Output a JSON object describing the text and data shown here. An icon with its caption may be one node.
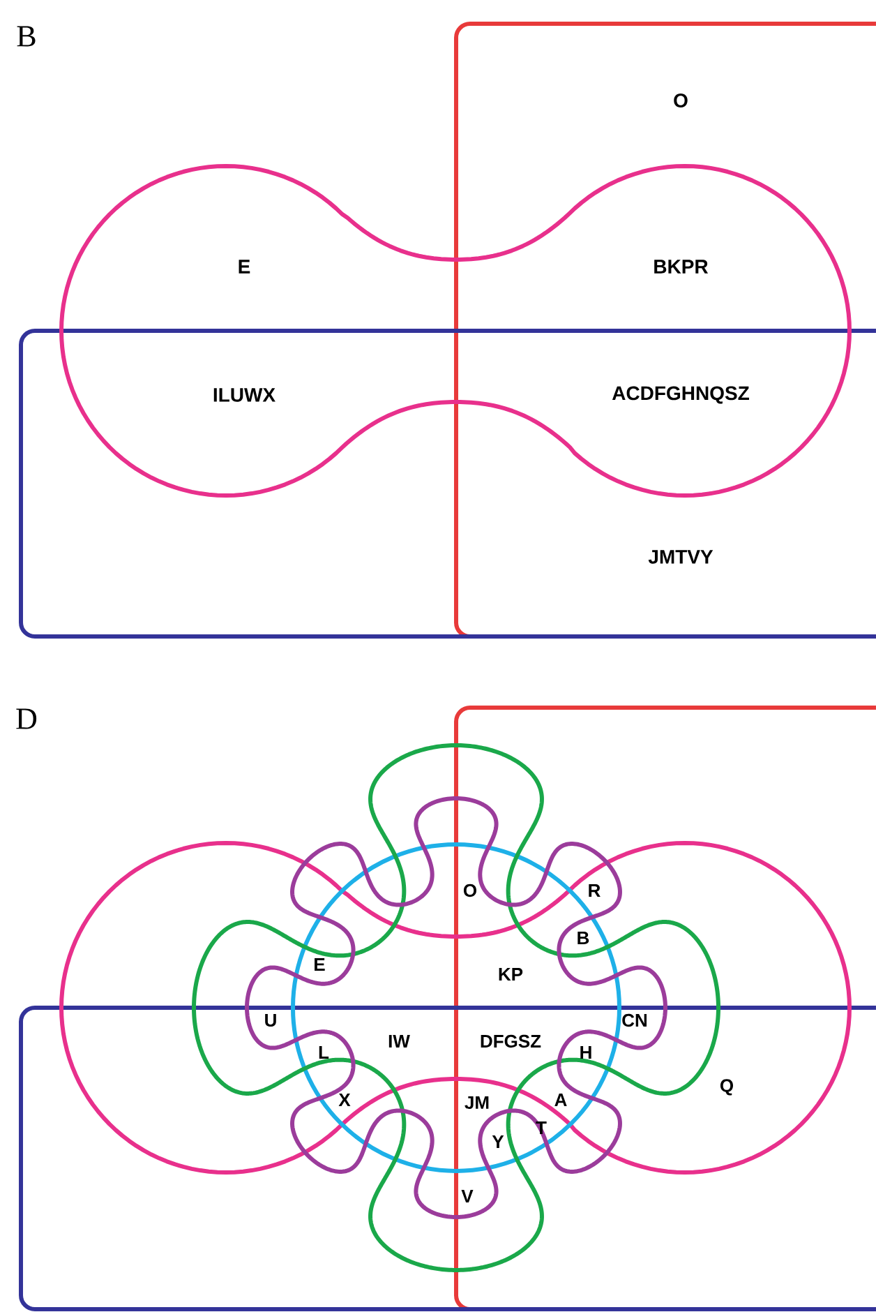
{
  "diagram": {
    "labels": [
      "B",
      "O",
      "E",
      "BKPR",
      "ILUWX",
      "ACDFGHNQSZ",
      "JMTVY",
      "D",
      "O",
      "R",
      "B",
      "E",
      "KP",
      "U",
      "CN",
      "IW",
      "DFGSZ",
      "L",
      "H",
      "Q",
      "X",
      "JM",
      "A",
      "T",
      "Y",
      "V"
    ]
  }
}
